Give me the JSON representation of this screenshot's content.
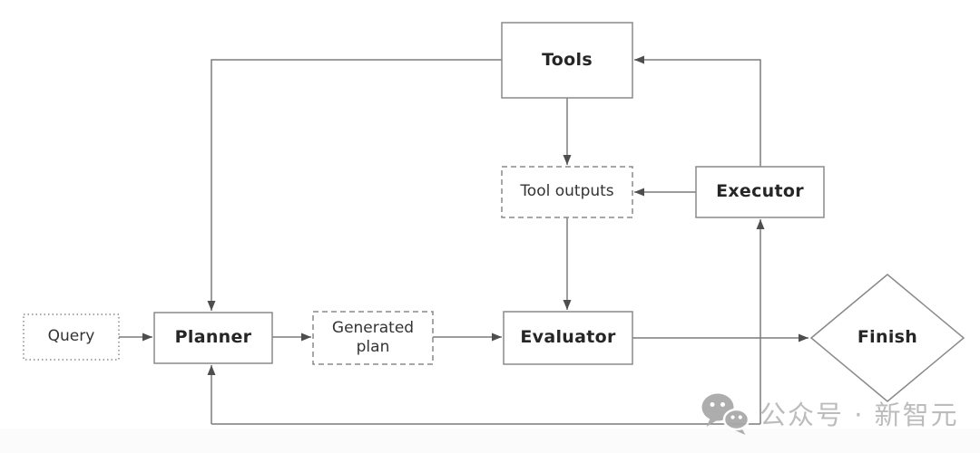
{
  "diagram": {
    "nodes": {
      "tools": {
        "label": "Tools",
        "style": "solid-box",
        "emphasis": "bold"
      },
      "tool_outputs": {
        "label": "Tool outputs",
        "style": "dashed-box",
        "emphasis": "regular"
      },
      "executor": {
        "label": "Executor",
        "style": "solid-box",
        "emphasis": "bold"
      },
      "query": {
        "label": "Query",
        "style": "dotted-box",
        "emphasis": "regular"
      },
      "planner": {
        "label": "Planner",
        "style": "solid-box",
        "emphasis": "bold"
      },
      "generated_plan": {
        "label": "Generated plan",
        "style": "dashed-box",
        "emphasis": "regular"
      },
      "evaluator": {
        "label": "Evaluator",
        "style": "solid-box",
        "emphasis": "bold"
      },
      "finish": {
        "label": "Finish",
        "style": "diamond",
        "emphasis": "bold"
      }
    },
    "edges": [
      {
        "from": "query",
        "to": "planner"
      },
      {
        "from": "planner",
        "to": "generated_plan"
      },
      {
        "from": "generated_plan",
        "to": "evaluator"
      },
      {
        "from": "evaluator",
        "to": "finish"
      },
      {
        "from": "tools",
        "to": "planner"
      },
      {
        "from": "tools",
        "to": "tool_outputs"
      },
      {
        "from": "tool_outputs",
        "to": "evaluator"
      },
      {
        "from": "executor",
        "to": "tool_outputs"
      },
      {
        "from": "executor",
        "to": "tools"
      },
      {
        "from": "bottom_loop",
        "to": "planner"
      },
      {
        "from": "bottom_loop",
        "to": "executor"
      }
    ],
    "colors": {
      "connector": "#7c7c7c",
      "arrowhead": "#4e4e4e",
      "border": "#8a8a8a",
      "text": "#262626",
      "background": "#ffffff",
      "watermark": "#b9b9b9",
      "watermark_icon": "#a9a9a9"
    }
  },
  "watermark": {
    "icon": "wechat-icon",
    "text": "公众号 · 新智元"
  }
}
